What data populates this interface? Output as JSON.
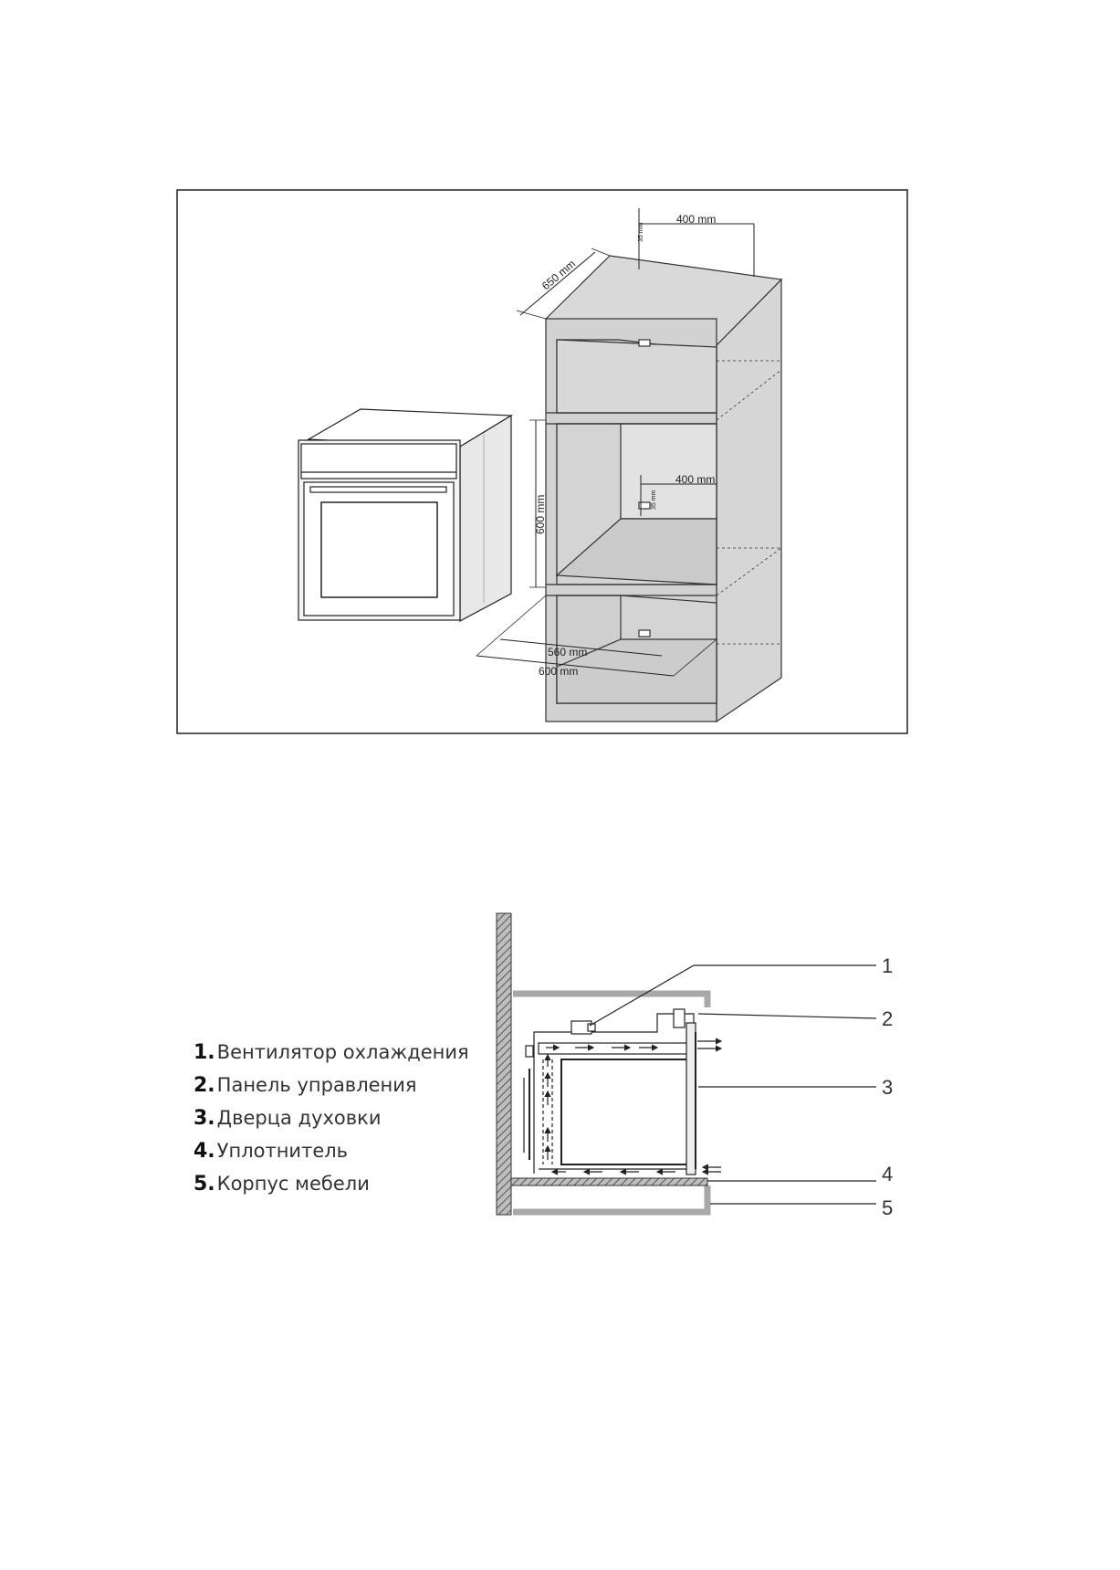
{
  "top_figure": {
    "dimensions": {
      "top_width": "400 mm",
      "top_gap": "35 mm",
      "depth": "650 mm",
      "height": "600 mm",
      "middle_width": "400 mm",
      "middle_gap": "35 mm",
      "inner_width": "560 mm",
      "outer_width": "600 mm"
    }
  },
  "bottom_figure": {
    "callouts": [
      "1",
      "2",
      "3",
      "4",
      "5"
    ],
    "legend": [
      {
        "number": "1.",
        "label": "Вентилятор охлаждения"
      },
      {
        "number": "2.",
        "label": "Панель управления"
      },
      {
        "number": "3.",
        "label": "Дверца духовки"
      },
      {
        "number": "4.",
        "label": "Уплотнитель"
      },
      {
        "number": "5.",
        "label": "Корпус мебели"
      }
    ]
  }
}
